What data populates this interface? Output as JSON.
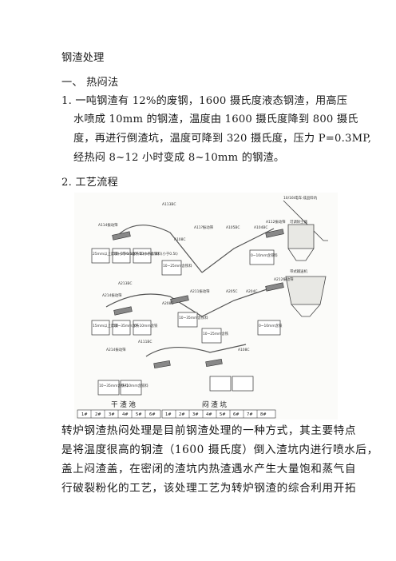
{
  "doc": {
    "title": "钢渣处理",
    "section_heading": "一、   热闷法",
    "items": [
      {
        "lines": [
          "1. 一吨钢渣有  12%的废钢，1600  摄氏度液态钢渣，用高压",
          "水喷成 10mm 的钢渣，温度由 1600 摄氏度降到 800 摄氏",
          "度，再进行倒渣坑，温度可降到 320 摄氏度，压力 P=0.3MP,",
          "经热闷 8~12 小时变成 8~10mm 的钢渣。"
        ]
      },
      {
        "lines": [
          "2. 工艺流程"
        ]
      }
    ],
    "paragraph": [
      "转炉钢渣热闷处理是目前钢渣处理的一种方式，其主要特点",
      "是将温度很高的钢渣（1600 摄氏度）倒入渣坑内进行喷水后，",
      "盖上闷渣盖，在密闭的渣坑内热渣遇水产生大量饱和蒸气自",
      "行破裂粉化的工艺，该处理工艺为转炉钢渣的综合利用开拓"
    ]
  },
  "figure": {
    "conveyors": [
      "A113BC",
      "A114振动筛",
      "A108C",
      "A11?振动筛",
      "A105BC",
      "A104BC",
      "A112振动筛",
      "A213BC",
      "A214振动筛",
      "A208C",
      "A211振动筛",
      "A205C",
      "A204C",
      "A212振动筛",
      "A111BC",
      "A214振动筛",
      "A108C"
    ],
    "piles": [
      "25mm以上废钢(小于0.5t)",
      "10~25mm含铁料(小于0.5t)",
      "0~10mm含铁料(小于0.5t)",
      "15mm以上废钢",
      "10~35mm含铁",
      "0~10mm含铁",
      "10~25mm含铁料",
      "0~10mm含铁料",
      "10~35mm含铁料",
      "10~25mm含铁",
      "0~10mm含铁",
      "10~35mm含铁料",
      "0~10mm含铁料"
    ],
    "silo_labels": [
      "10/16t电车·成品料坑",
      "可调除尘器",
      "带式输送机"
    ],
    "pit_left_label": "干 渣 池",
    "pit_right_label": "闷 渣 坑",
    "pit_left_numbers": [
      "1#",
      "2#",
      "3#",
      "4#",
      "5#",
      "6#"
    ],
    "pit_right_numbers": [
      "1#",
      "2#",
      "3#",
      "4#",
      "5#",
      "6#",
      "7#",
      "8#"
    ]
  }
}
